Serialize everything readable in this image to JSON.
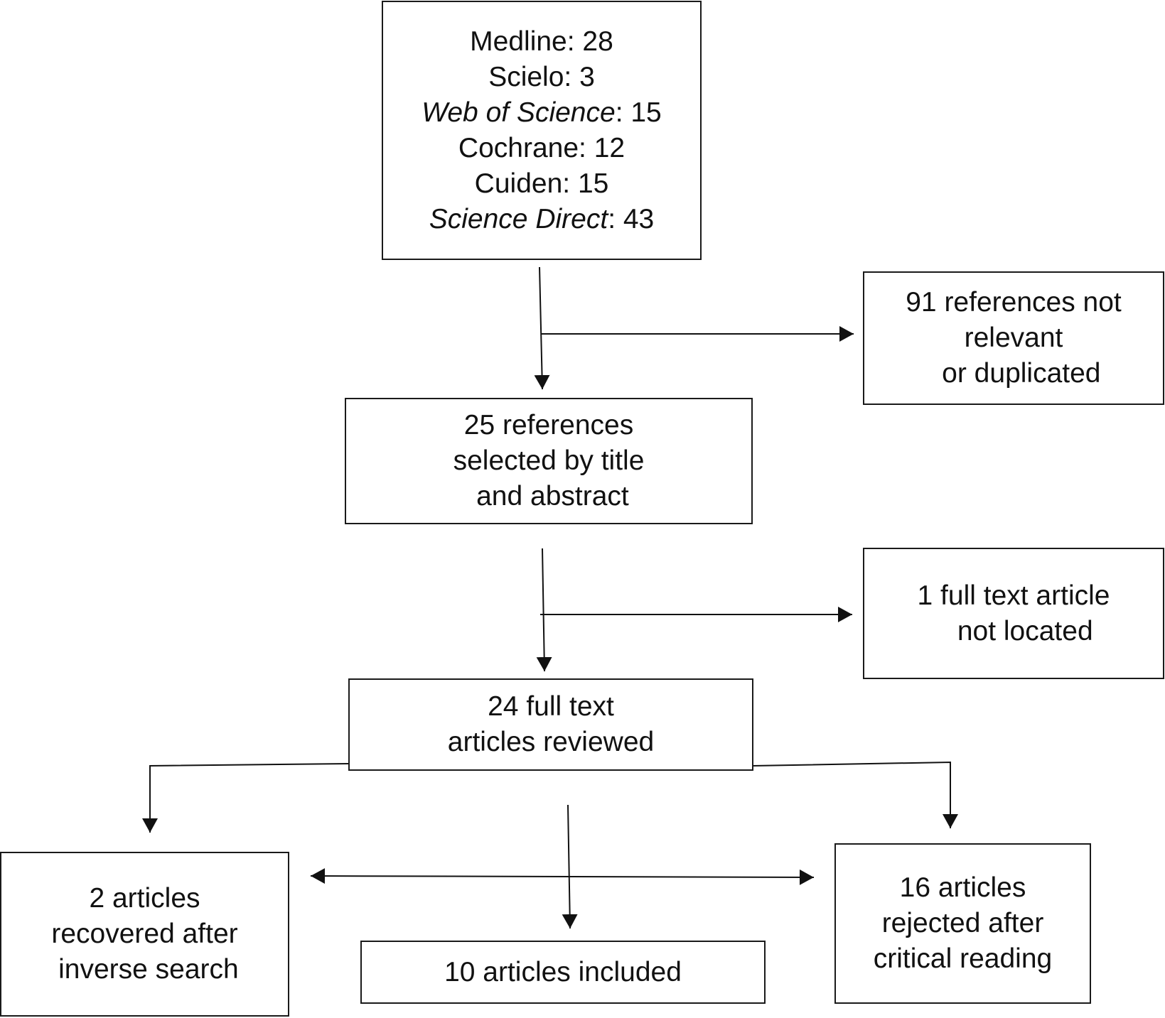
{
  "sources": [
    {
      "name": "Medline",
      "italic": false,
      "sep": ": ",
      "count": "28"
    },
    {
      "name": "Scielo",
      "italic": false,
      "sep": ": ",
      "count": "3"
    },
    {
      "name": "Web of Science",
      "italic": true,
      "sep": ": ",
      "count": "15"
    },
    {
      "name": "Cochrane",
      "italic": false,
      "sep": ": ",
      "count": "12"
    },
    {
      "name": "Cuiden",
      "italic": false,
      "sep": ": ",
      "count": "15"
    },
    {
      "name": "Science Direct",
      "italic": true,
      "sep": ": ",
      "count": "43"
    }
  ],
  "excluded_duplicates": {
    "lines": [
      "91 references not",
      "relevant",
      "  or duplicated"
    ]
  },
  "selected": {
    "lines": [
      "25 references",
      "selected by title",
      " and abstract"
    ]
  },
  "not_located": {
    "lines": [
      "1 full text article",
      "   not located"
    ]
  },
  "reviewed": {
    "lines": [
      "24 full text",
      "articles reviewed"
    ]
  },
  "recovered": {
    "lines": [
      "2 articles",
      "recovered after",
      " inverse search"
    ]
  },
  "included": {
    "lines": [
      "10 articles included"
    ]
  },
  "rejected": {
    "lines": [
      "16 articles",
      "rejected after",
      "critical reading"
    ]
  }
}
